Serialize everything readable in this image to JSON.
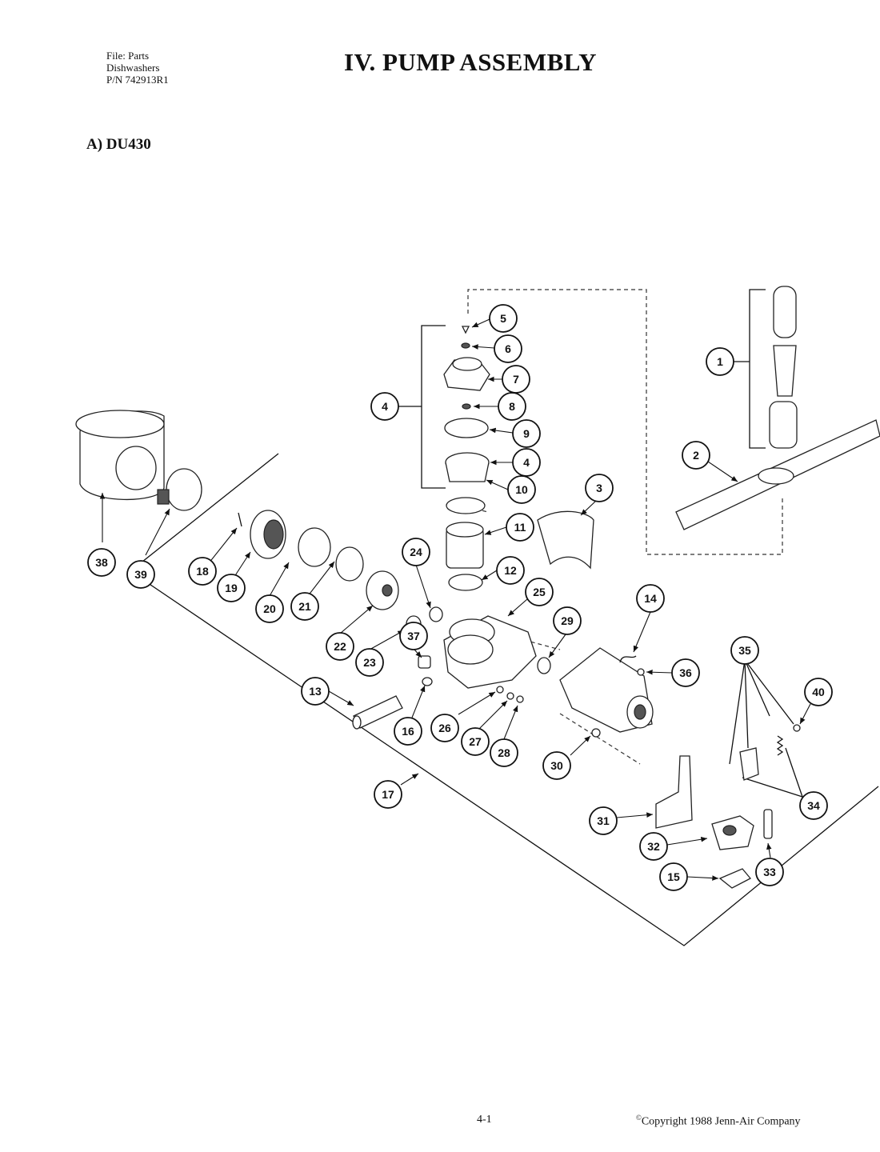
{
  "header": {
    "file_line": "File: Parts",
    "category_line": "Dishwashers",
    "part_number_line": "P/N 742913R1",
    "title": "IV.  PUMP ASSEMBLY"
  },
  "section": {
    "label": "A)  DU430"
  },
  "callouts": [
    "1",
    "2",
    "3",
    "4",
    "4",
    "5",
    "6",
    "7",
    "8",
    "9",
    "10",
    "11",
    "12",
    "13",
    "14",
    "15",
    "16",
    "17",
    "18",
    "19",
    "20",
    "21",
    "22",
    "23",
    "24",
    "25",
    "26",
    "27",
    "28",
    "29",
    "30",
    "31",
    "32",
    "33",
    "34",
    "35",
    "36",
    "37",
    "38",
    "39",
    "40"
  ],
  "footer": {
    "page_number": "4-1",
    "copyright": "Copyright 1988 Jenn-Air Company",
    "copyright_mark": "©"
  }
}
